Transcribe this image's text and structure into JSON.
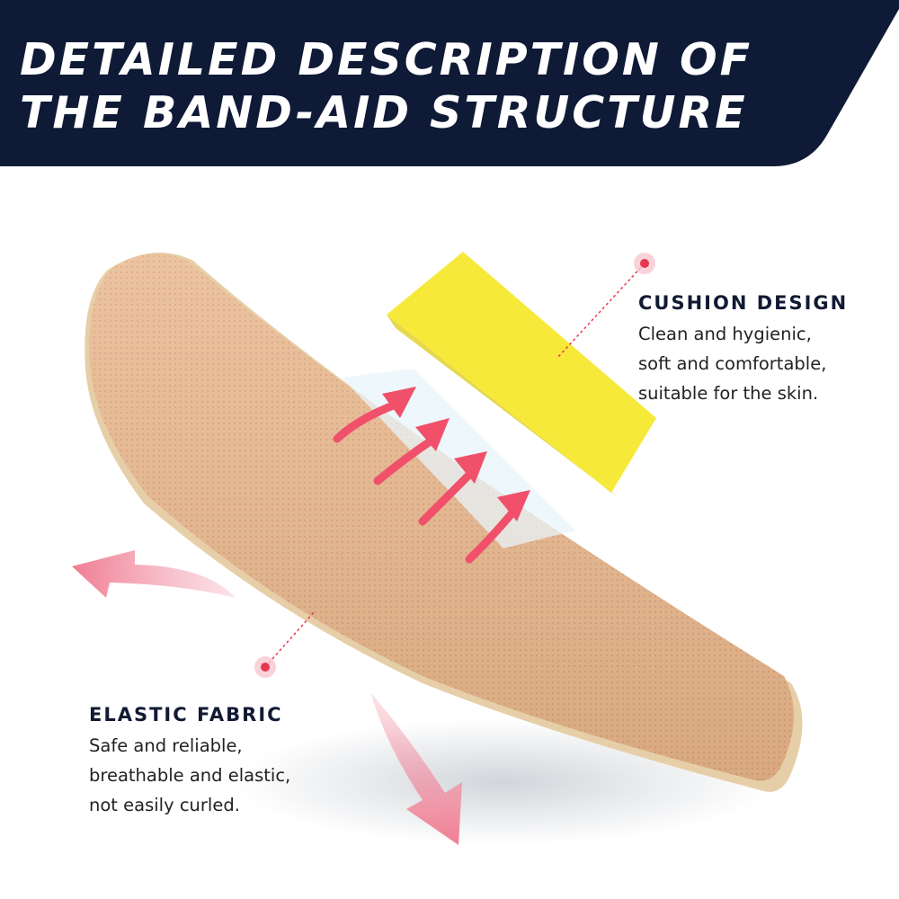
{
  "banner": {
    "title_line1": "DETAILED DESCRIPTION OF",
    "title_line2": "THE BAND-AID STRUCTURE",
    "background_color": "#0f1a36"
  },
  "callouts": {
    "cushion": {
      "heading": "CUSHION DESIGN",
      "lines": [
        "Clean and hygienic,",
        "soft and comfortable,",
        "suitable for the skin."
      ]
    },
    "elastic": {
      "heading": "ELASTIC FABRIC",
      "lines": [
        "Safe and reliable,",
        "breathable and elastic,",
        "not easily curled."
      ]
    }
  },
  "colors": {
    "bandage": "#e9b98f",
    "pad": "#f7e93a",
    "arrow": "#f0506a",
    "marker": "#e8364f"
  },
  "icons": [
    "band-aid-strip",
    "cushion-pad",
    "upward-arrow",
    "stretch-arrow",
    "pin-marker"
  ]
}
